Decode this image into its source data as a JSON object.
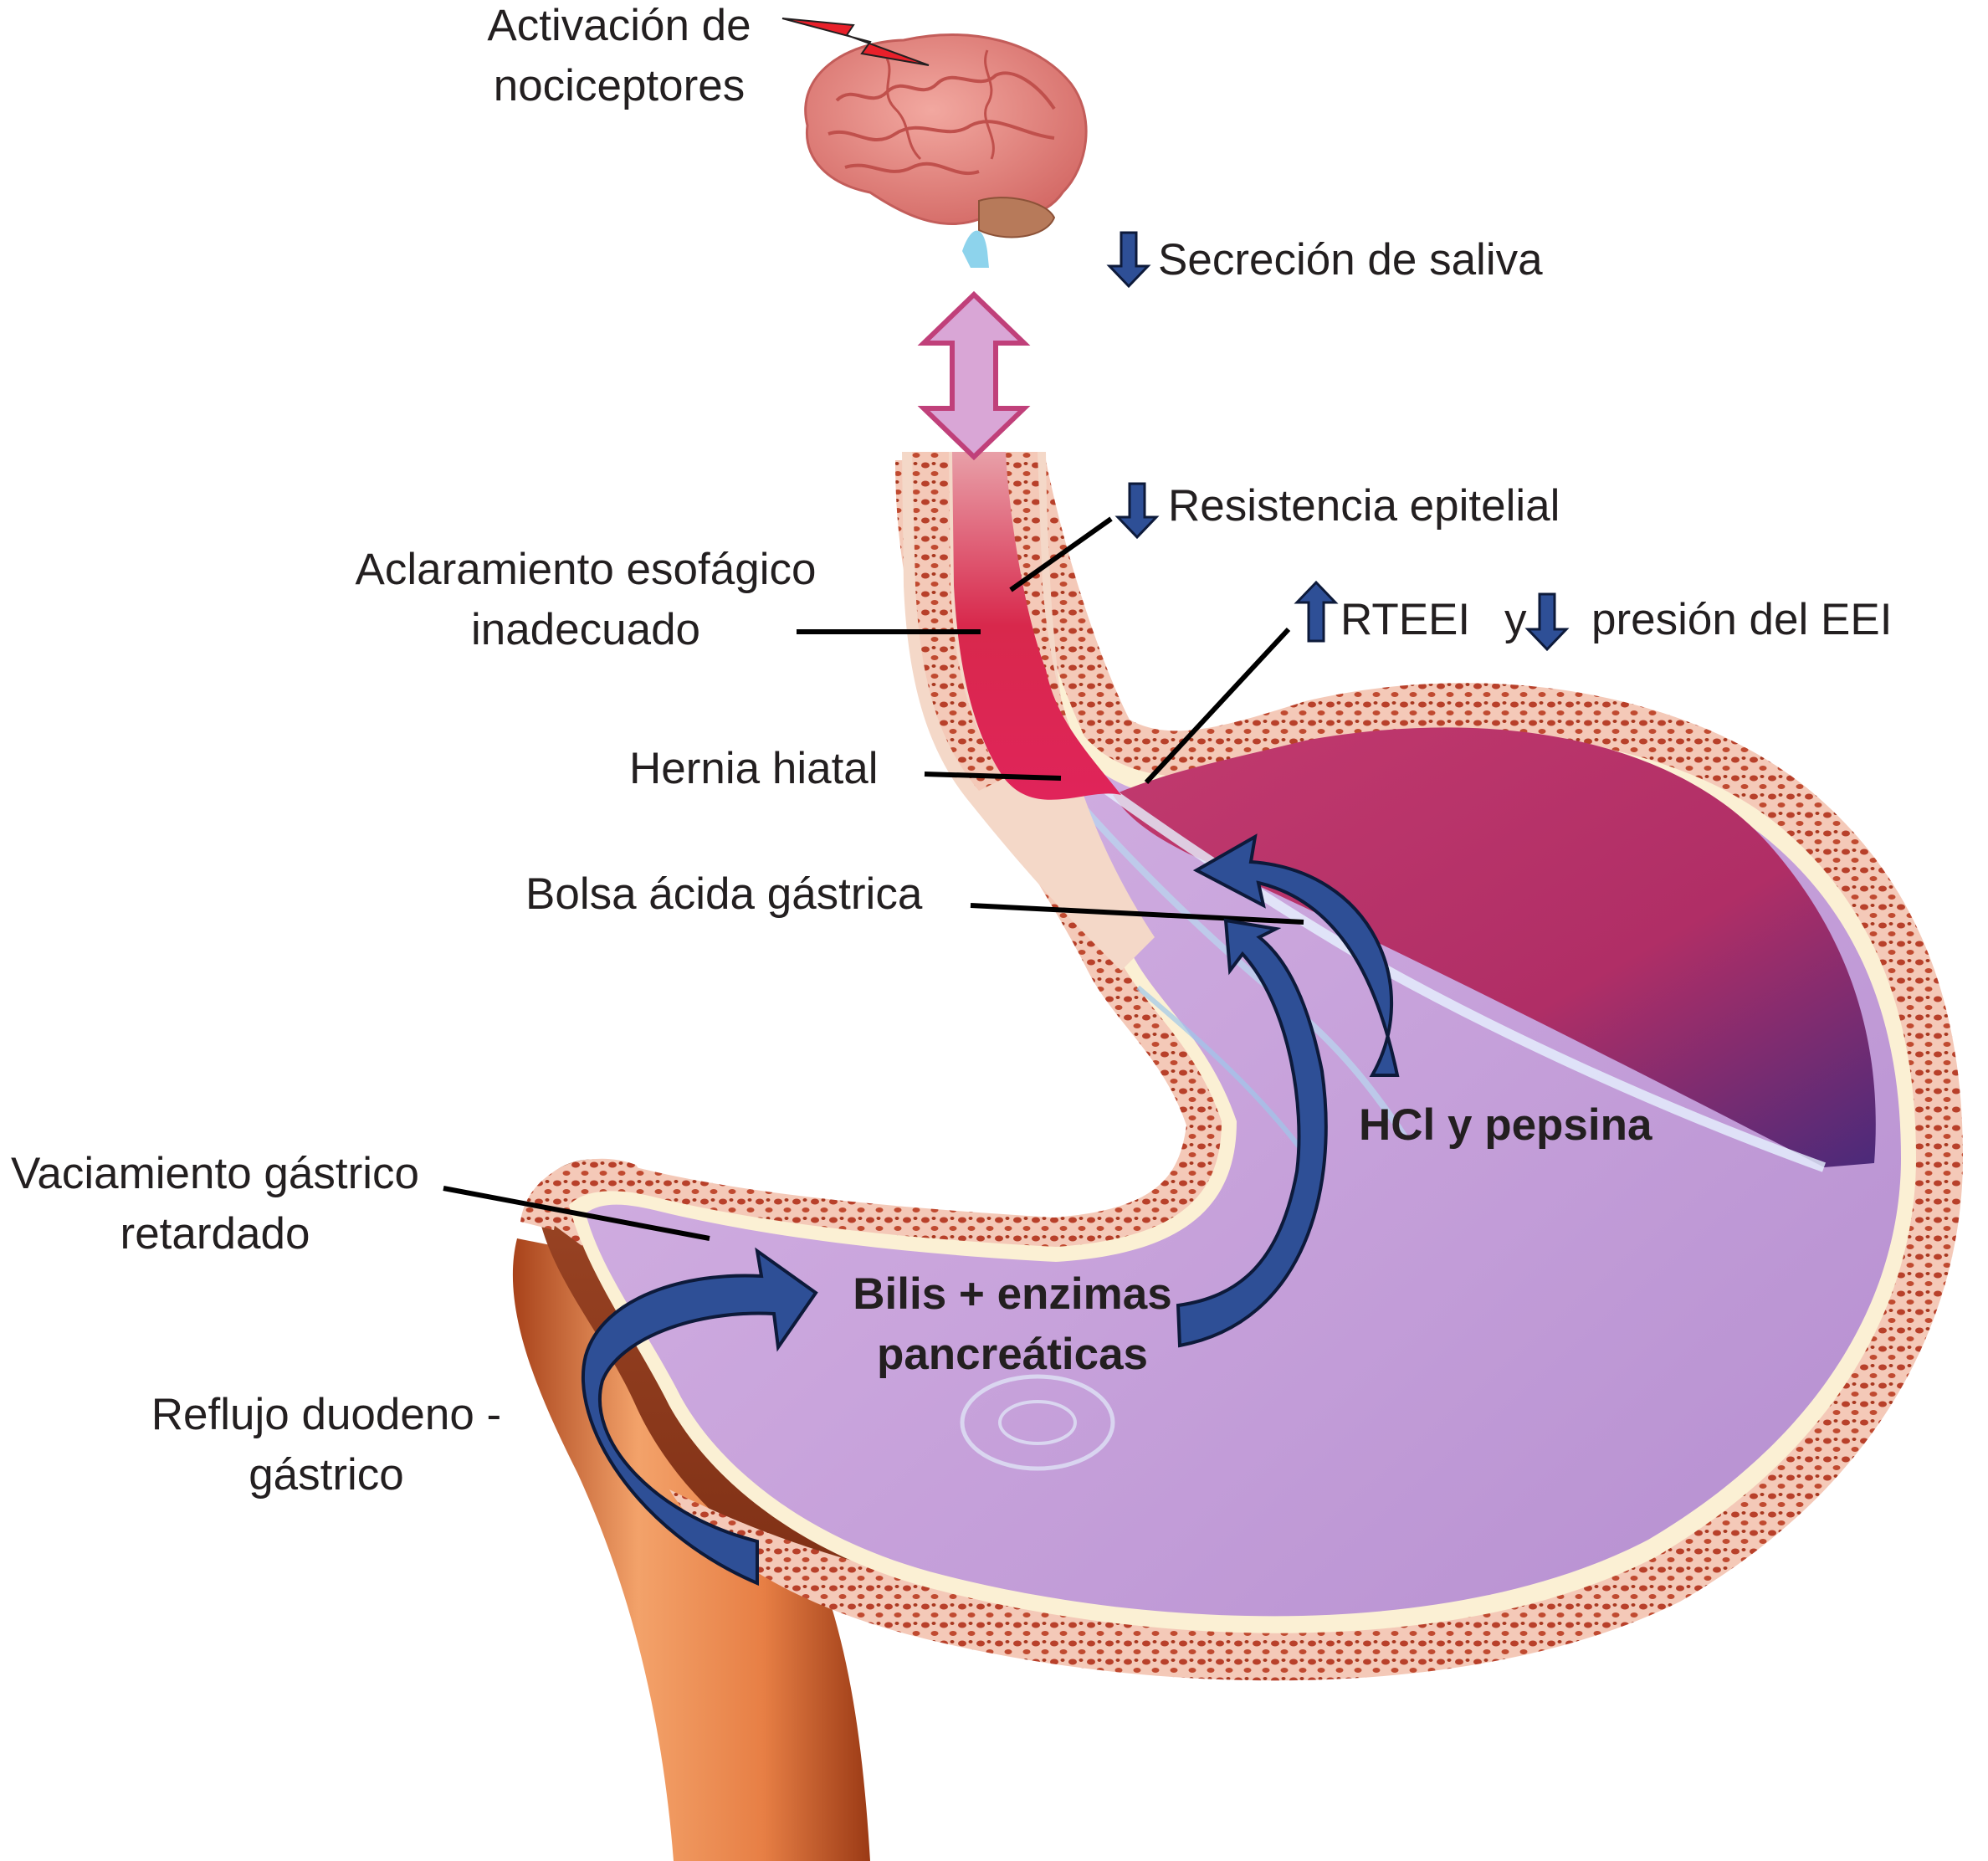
{
  "labels": {
    "nociceptores_1": "Activación de",
    "nociceptores_2": "nociceptores",
    "saliva": "Secreción de saliva",
    "resistencia": "Resistencia epitelial",
    "aclaramiento_1": "Aclaramiento esofágico",
    "aclaramiento_2": "inadecuado",
    "rteei": "RTEEI",
    "y": "y",
    "presion": "presión del EEI",
    "hernia": "Hernia hiatal",
    "bolsa": "Bolsa ácida gástrica",
    "hcl": "HCl y pepsina",
    "vaciamiento_1": "Vaciamiento gástrico",
    "vaciamiento_2": "retardado",
    "bilis_1": "Bilis + enzimas",
    "bilis_2": "pancreáticas",
    "reflujo_1": "Reflujo duodeno -",
    "reflujo_2": "gástrico"
  },
  "colors": {
    "arrow_blue": "#2e4f96",
    "arrow_outline": "#0d1a3a",
    "double_arrow": "#d9a6d6",
    "double_arrow_outline": "#c0407a",
    "wall": "#d98a7c",
    "lumen": "#c9a0d8",
    "esophagus": "#d8284c",
    "brain": "#e48a84",
    "lightning": "#e8202a"
  },
  "icons": {
    "brain": "brain-icon",
    "lightning": "lightning-icon",
    "arrow_up": "arrow-up-icon",
    "arrow_down": "arrow-down-icon",
    "double_arrow": "double-arrow-icon"
  }
}
